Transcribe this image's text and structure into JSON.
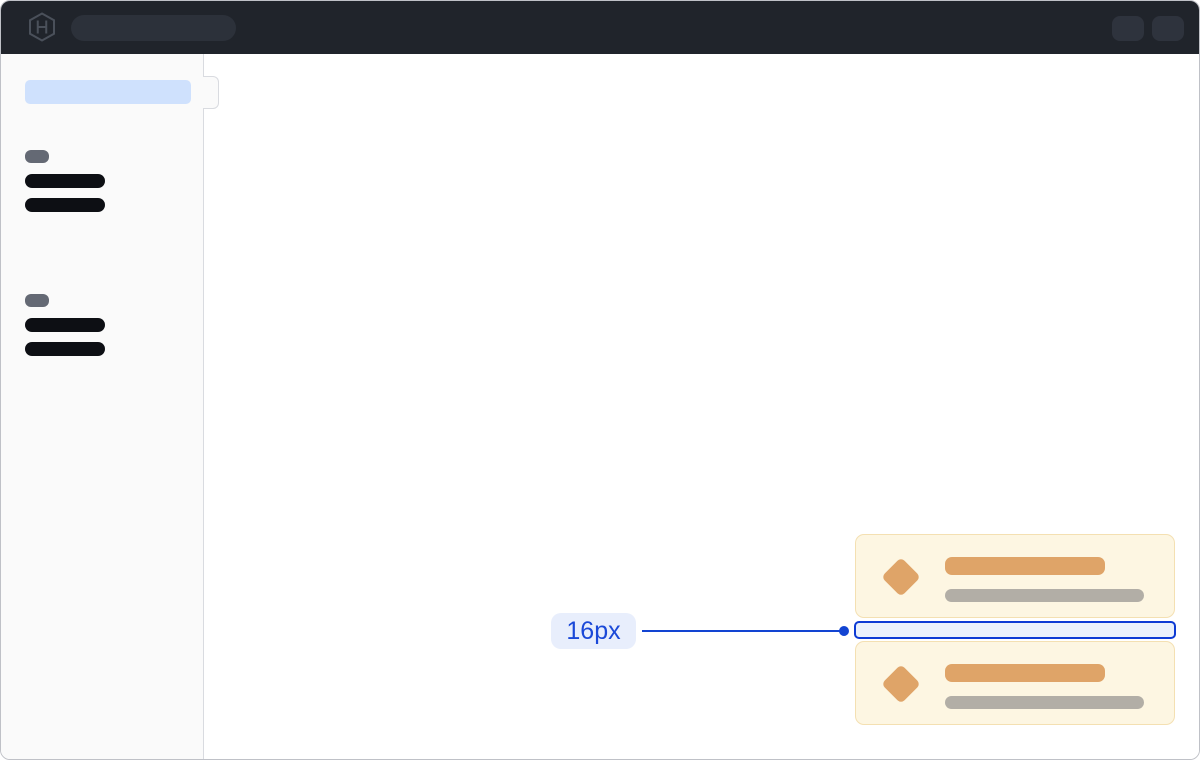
{
  "window": {
    "border_color": "#bfc1c7",
    "background": "#ffffff"
  },
  "topbar": {
    "background": "#20242b",
    "logo_icon": "hashicorp-logo",
    "search_skeleton_color": "#2c313a",
    "action_skeleton_color": "#2e333d",
    "action_count": 2
  },
  "sidebar": {
    "background": "#fafafa",
    "selected_item_skeleton_color": "#cfe1fd",
    "section_label_skeleton_color": "#646974",
    "nav_item_skeleton_color": "#0d0f14",
    "groups": [
      {
        "section_label": "skeleton",
        "item_count": 2
      },
      {
        "section_label": "skeleton",
        "item_count": 2
      }
    ]
  },
  "cards": {
    "count": 2,
    "background": "#fdf6e2",
    "border_color": "#f4e0b2",
    "icon": "diamond-icon",
    "icon_color": "#dfa468",
    "title_skeleton_color": "#dfa468",
    "subtitle_skeleton_color": "#b2aea6"
  },
  "annotation": {
    "label": "16px",
    "accent_color": "#1244d2",
    "label_background": "#e8eefc",
    "label_text_color": "#1b49d8",
    "highlight_fill": "#eaf1fc",
    "highlight_border": "#0d3bd4"
  }
}
